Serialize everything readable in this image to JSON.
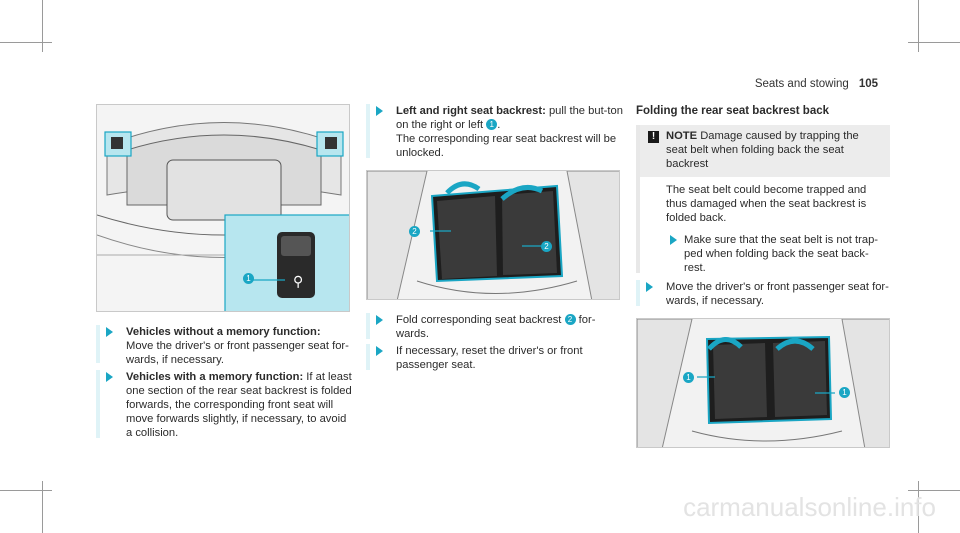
{
  "header": {
    "section": "Seats and stowing",
    "page": "105"
  },
  "col1": {
    "step1": {
      "lead": "Vehicles without a memory function:",
      "text": "Move the driver's or front passenger seat for-wards, if necessary."
    },
    "step2": {
      "lead": "Vehicles with a memory function:",
      "text": "If at least one section of the rear seat backrest is folded forwards, the corresponding front seat will move forwards slightly, if necessary, to avoid a collision."
    }
  },
  "col2": {
    "step1": {
      "lead": "Left and right seat backrest:",
      "text_a": "pull the but-ton on the right or left",
      "callout": "1",
      "text_b": ".",
      "text_c": "The corresponding rear seat backrest will be unlocked."
    },
    "step2": {
      "text_a": "Fold corresponding seat backrest",
      "callout": "2",
      "text_b": "for-wards."
    },
    "step3": {
      "text": "If necessary, reset the driver's or front passenger seat."
    }
  },
  "col3": {
    "title": "Folding the rear seat backrest back",
    "note": {
      "icon": "!",
      "label": "NOTE",
      "head_text": "Damage caused by trapping the seat belt when folding back the seat backrest",
      "body": "The seat belt could become trapped and thus damaged when the seat backrest is folded back.",
      "step": "Make sure that the seat belt is not trap-ped when folding back the seat back-rest."
    },
    "step": {
      "text": "Move the driver's or front passenger seat for-wards, if necessary."
    }
  },
  "figures": {
    "fig1": {
      "callouts": [
        "1"
      ]
    },
    "fig2": {
      "callouts": [
        "2",
        "2"
      ]
    },
    "fig3": {
      "callouts": [
        "1",
        "1"
      ]
    }
  },
  "watermark": "carmanualsonline.info",
  "colors": {
    "accent": "#1aa6c4",
    "highlight": "#b7e6ef"
  }
}
